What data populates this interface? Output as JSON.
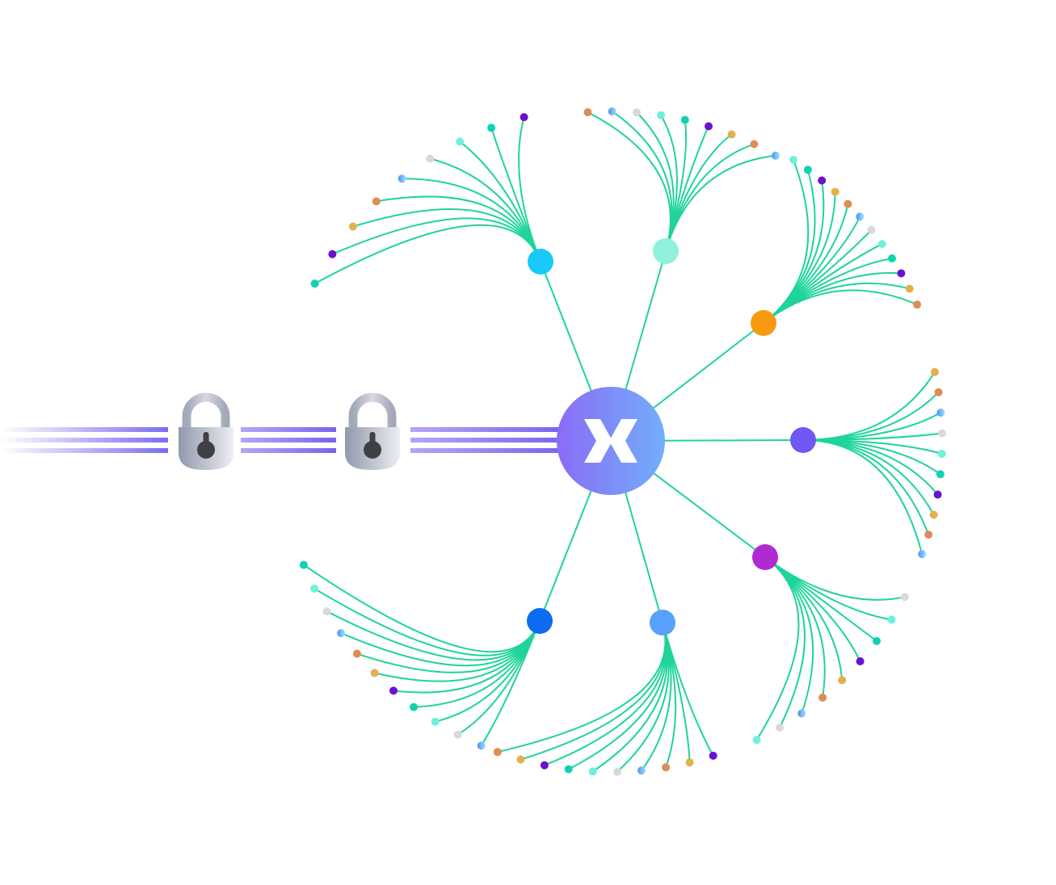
{
  "colors": {
    "background": "#ffffff",
    "edge": "#1ed49a",
    "hub_gradient_start": "#8a6cf7",
    "hub_gradient_end": "#72aefb",
    "hub_glyph": "#ffffff",
    "stream_stripe": "#7a6cf2",
    "lock_body_light": "#e2e3e8",
    "lock_body_dark": "#9299ad",
    "lock_keyhole": "#3f4045"
  },
  "diagram": {
    "hub": {
      "icon": "x-logo-icon",
      "glyph": "X"
    },
    "locks": [
      {
        "icon": "padlock-icon"
      },
      {
        "icon": "padlock-icon"
      }
    ],
    "stream": {
      "stripes": 3
    },
    "clusters": [
      {
        "name": "cluster-top-left",
        "color": "#19c9f7",
        "leaf_count": 9
      },
      {
        "name": "cluster-top",
        "color": "#8ff2dd",
        "leaf_count": 9
      },
      {
        "name": "cluster-upper-right",
        "color": "#f79a11",
        "leaf_count": 12
      },
      {
        "name": "cluster-right",
        "color": "#7157f3",
        "leaf_count": 10
      },
      {
        "name": "cluster-lower-right",
        "color": "#b12ad1",
        "leaf_count": 9
      },
      {
        "name": "cluster-bottom",
        "color": "#57a0fb",
        "leaf_count": 10
      },
      {
        "name": "cluster-bottom-left",
        "color": "#0c6bf0",
        "leaf_count": 11
      }
    ],
    "leaf_palette": [
      "#10d1b2",
      "#6a11cf",
      "#e3b04e",
      "#dd8d56",
      "#5aa2f7",
      "#d9d9d9",
      "#6ff0dc"
    ]
  }
}
